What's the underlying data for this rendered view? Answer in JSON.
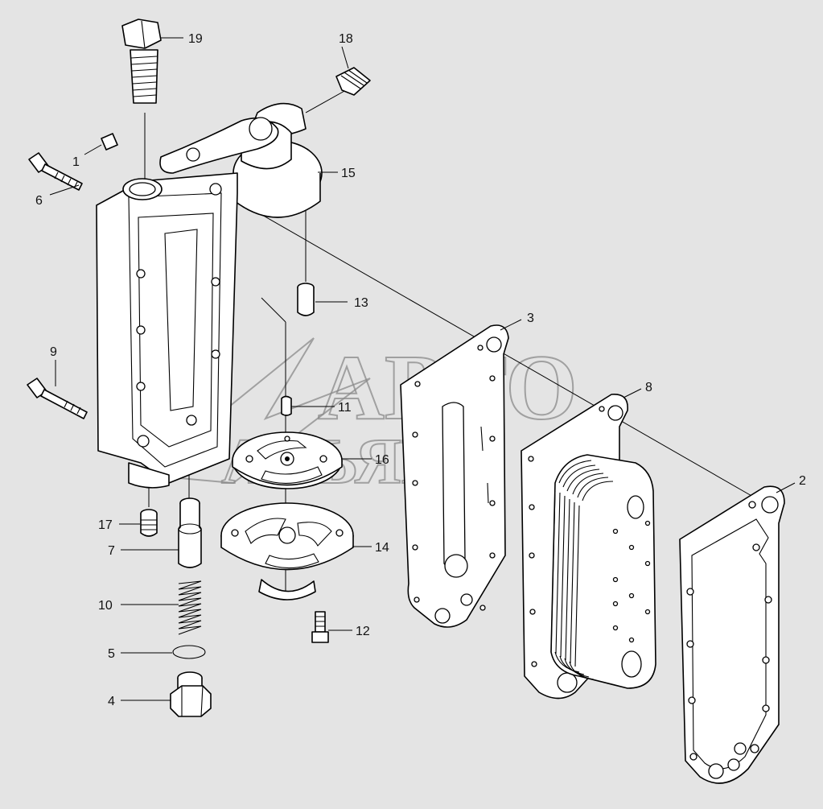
{
  "background_color": "#e4e4e4",
  "watermark": {
    "line1": "АВТО",
    "line2": "АЛЬЯНС",
    "color": "#8a8a8a"
  },
  "callouts": [
    {
      "id": "1",
      "label": "1"
    },
    {
      "id": "2",
      "label": "2"
    },
    {
      "id": "3",
      "label": "3"
    },
    {
      "id": "4",
      "label": "4"
    },
    {
      "id": "5",
      "label": "5"
    },
    {
      "id": "6",
      "label": "6"
    },
    {
      "id": "7",
      "label": "7"
    },
    {
      "id": "8",
      "label": "8"
    },
    {
      "id": "9",
      "label": "9"
    },
    {
      "id": "10",
      "label": "10"
    },
    {
      "id": "11",
      "label": "11"
    },
    {
      "id": "12",
      "label": "12"
    },
    {
      "id": "13",
      "label": "13"
    },
    {
      "id": "14",
      "label": "14"
    },
    {
      "id": "15",
      "label": "15"
    },
    {
      "id": "16",
      "label": "16"
    },
    {
      "id": "17",
      "label": "17"
    },
    {
      "id": "18",
      "label": "18"
    },
    {
      "id": "19",
      "label": "19"
    }
  ]
}
